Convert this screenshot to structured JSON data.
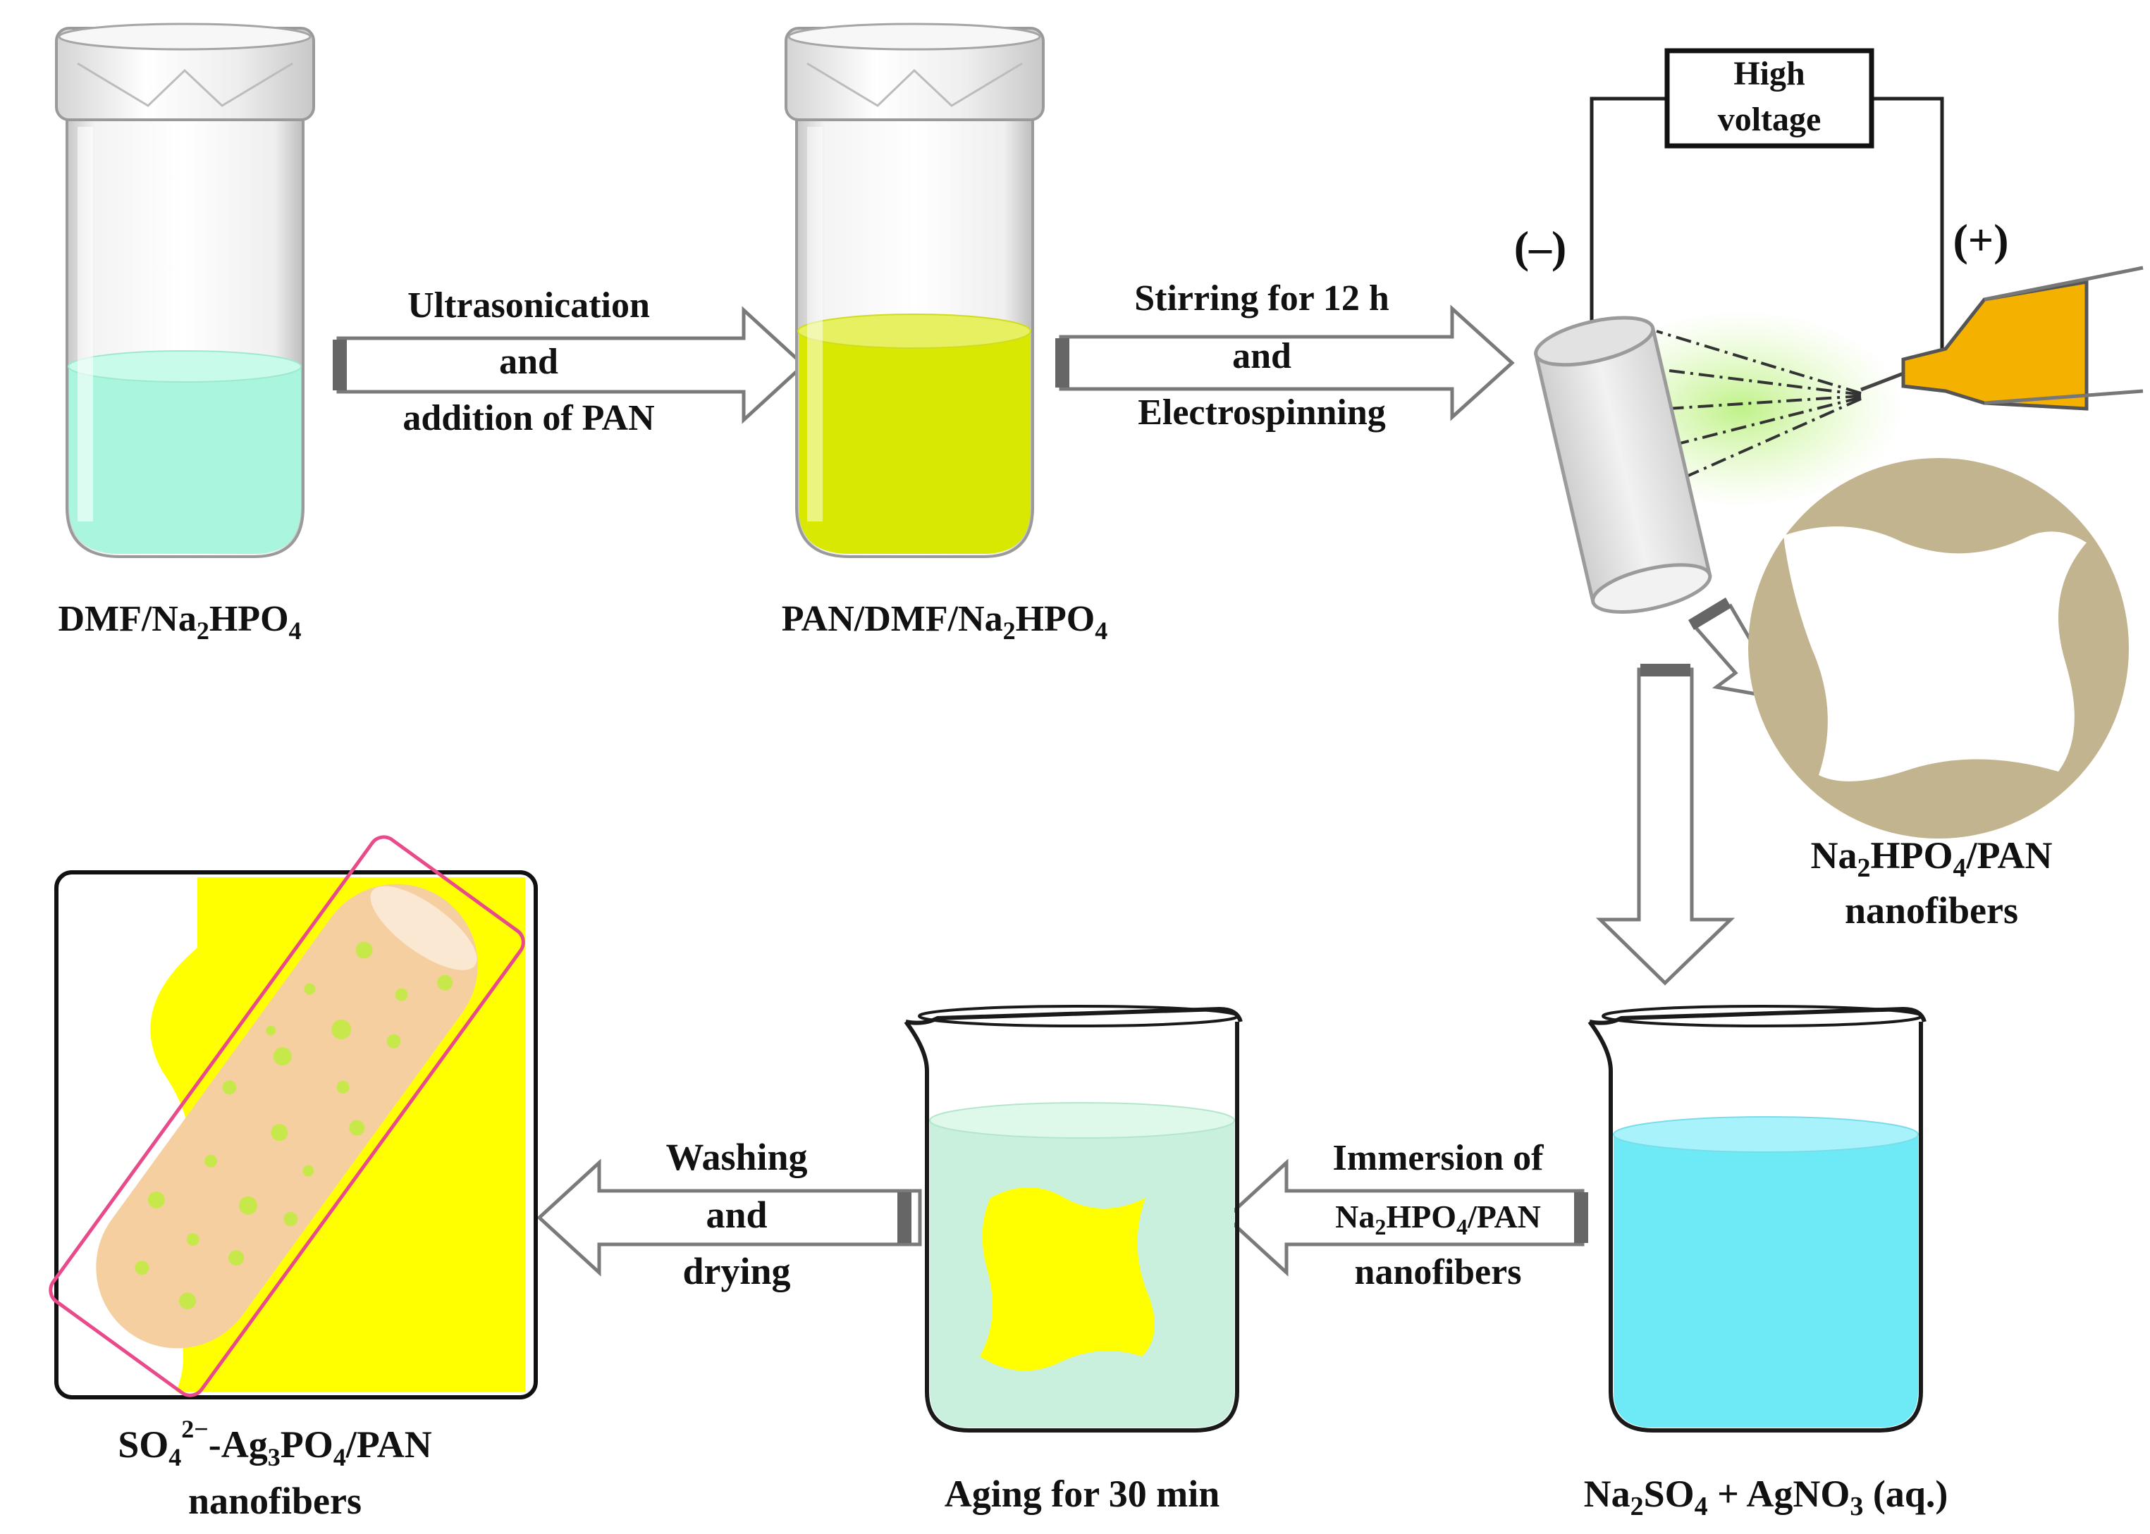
{
  "labels": {
    "vial1": {
      "pre": "DMF/Na",
      "s1": "2",
      "mid": "HPO",
      "s2": "4"
    },
    "vial2": {
      "pre": "PAN/DMF/Na",
      "s1": "2",
      "mid": "HPO",
      "s2": "4"
    },
    "fiber": {
      "pre": "Na",
      "s1": "2",
      "mid": "HPO",
      "s2": "4",
      "post": "/PAN",
      "line2": "nanofibers"
    },
    "beaker_right": {
      "a": "Na",
      "s1": "2",
      "b": "SO",
      "s2": "4",
      "c": " + AgNO",
      "s3": "3",
      "d": " (aq.)"
    },
    "beaker_mid": "Aging for 30 min",
    "product": {
      "a": "SO",
      "sub": "4",
      "sup": "2−",
      "b": "-Ag",
      "sub2": "3",
      "c": "PO",
      "sub3": "4",
      "d": "/PAN",
      "line2": "nanofibers"
    }
  },
  "arrows": {
    "arrow1": [
      "Ultrasonication",
      "and",
      "addition of PAN"
    ],
    "arrow2": [
      "Stirring for 12 h",
      "and",
      "Electrospinning"
    ],
    "arrow_immersion": {
      "line1": "Immersion of",
      "l2_pre": "Na",
      "s1": "2",
      "l2_mid": "HPO",
      "s2": "4",
      "l2_post": "/PAN",
      "line3": "nanofibers"
    },
    "arrow_wash": [
      "Washing",
      "and",
      "drying"
    ]
  },
  "electrospinning": {
    "voltage_label": [
      "High",
      "voltage"
    ],
    "negative": "(–)",
    "positive": "(+)"
  },
  "colors": {
    "solution_cyan_green": "#a9f5dd",
    "solution_yellow": "#d8e800",
    "beaker_blue": "#6eeaf6",
    "beaker_green": "#c8f0dc",
    "fiber_yellow": "#ffff00",
    "nozzle_orange": "#f5b100",
    "tan": "#c2b48f",
    "frame_pink": "#e84a8a"
  }
}
